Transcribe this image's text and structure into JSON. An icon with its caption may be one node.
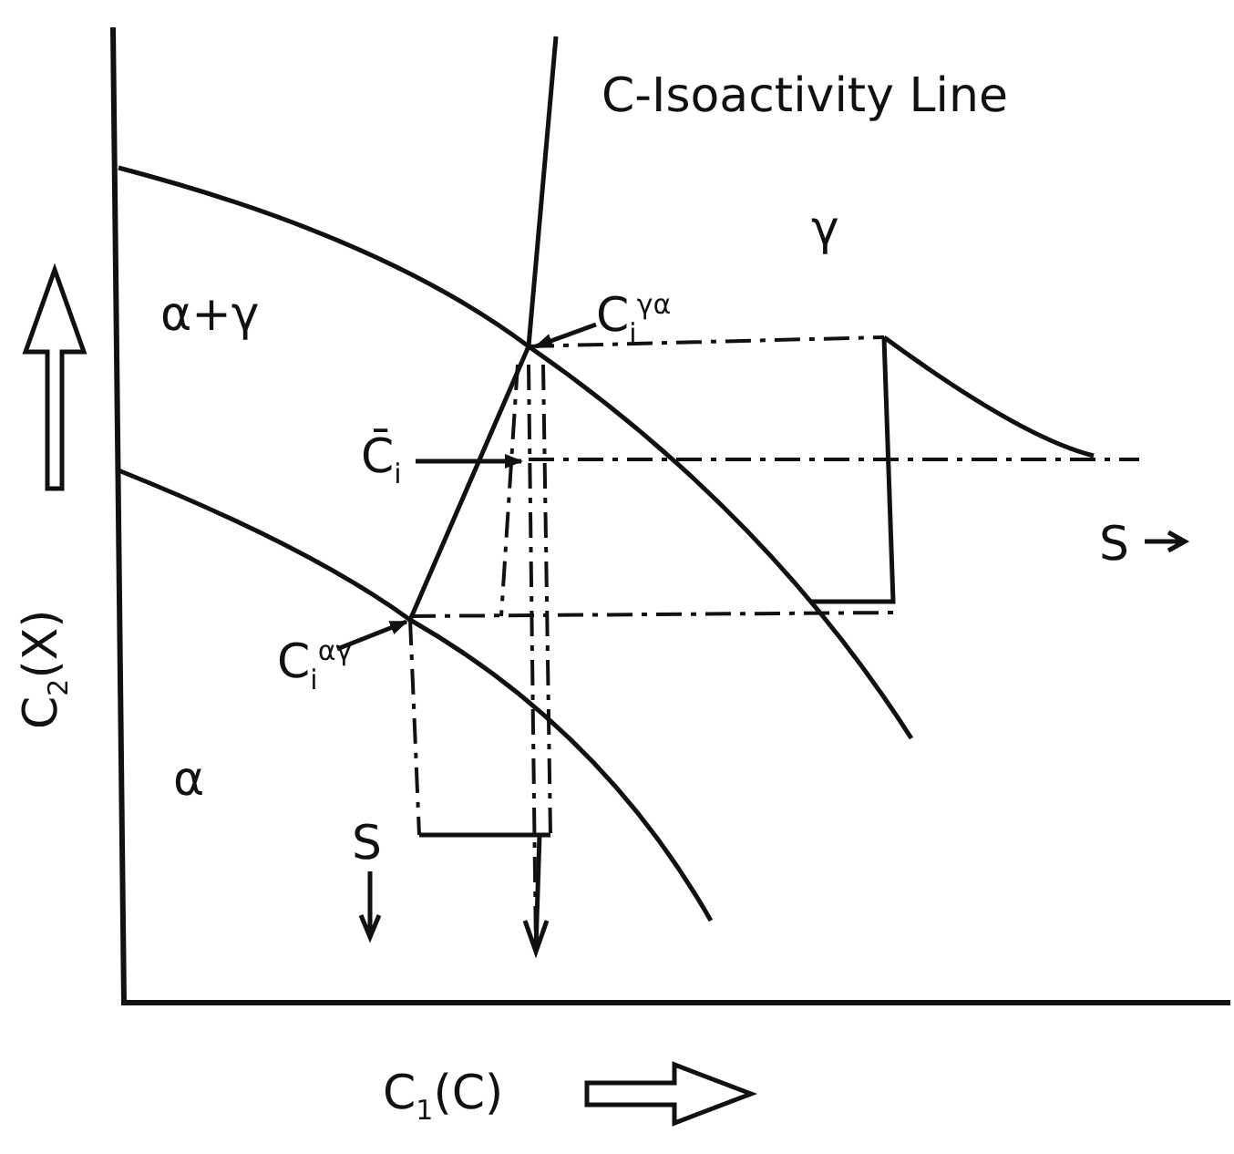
{
  "diagram": {
    "nodes": [
      {
        "text": [
          "C$_{i}$$^{γα}$"
        ]
      },
      {
        "text": [
          "C̄$_{i}$"
        ]
      },
      {
        "text": [
          "C$_{i}$$^{αγ}$"
        ]
      }
    ],
    "edges": [
      {
        "from": 0,
        "to": null,
        "arrow": "to"
      },
      {
        "from": 1,
        "to": null,
        "arrow": "to"
      },
      {
        "from": 2,
        "to": null,
        "arrow": "to"
      }
    ],
    "labels": [
      "C-Isoactivity Line",
      "γ",
      "α+γ",
      "S",
      "α",
      "S",
      "C$_{2}$(X)",
      "C$_{1}$(C)"
    ]
  }
}
